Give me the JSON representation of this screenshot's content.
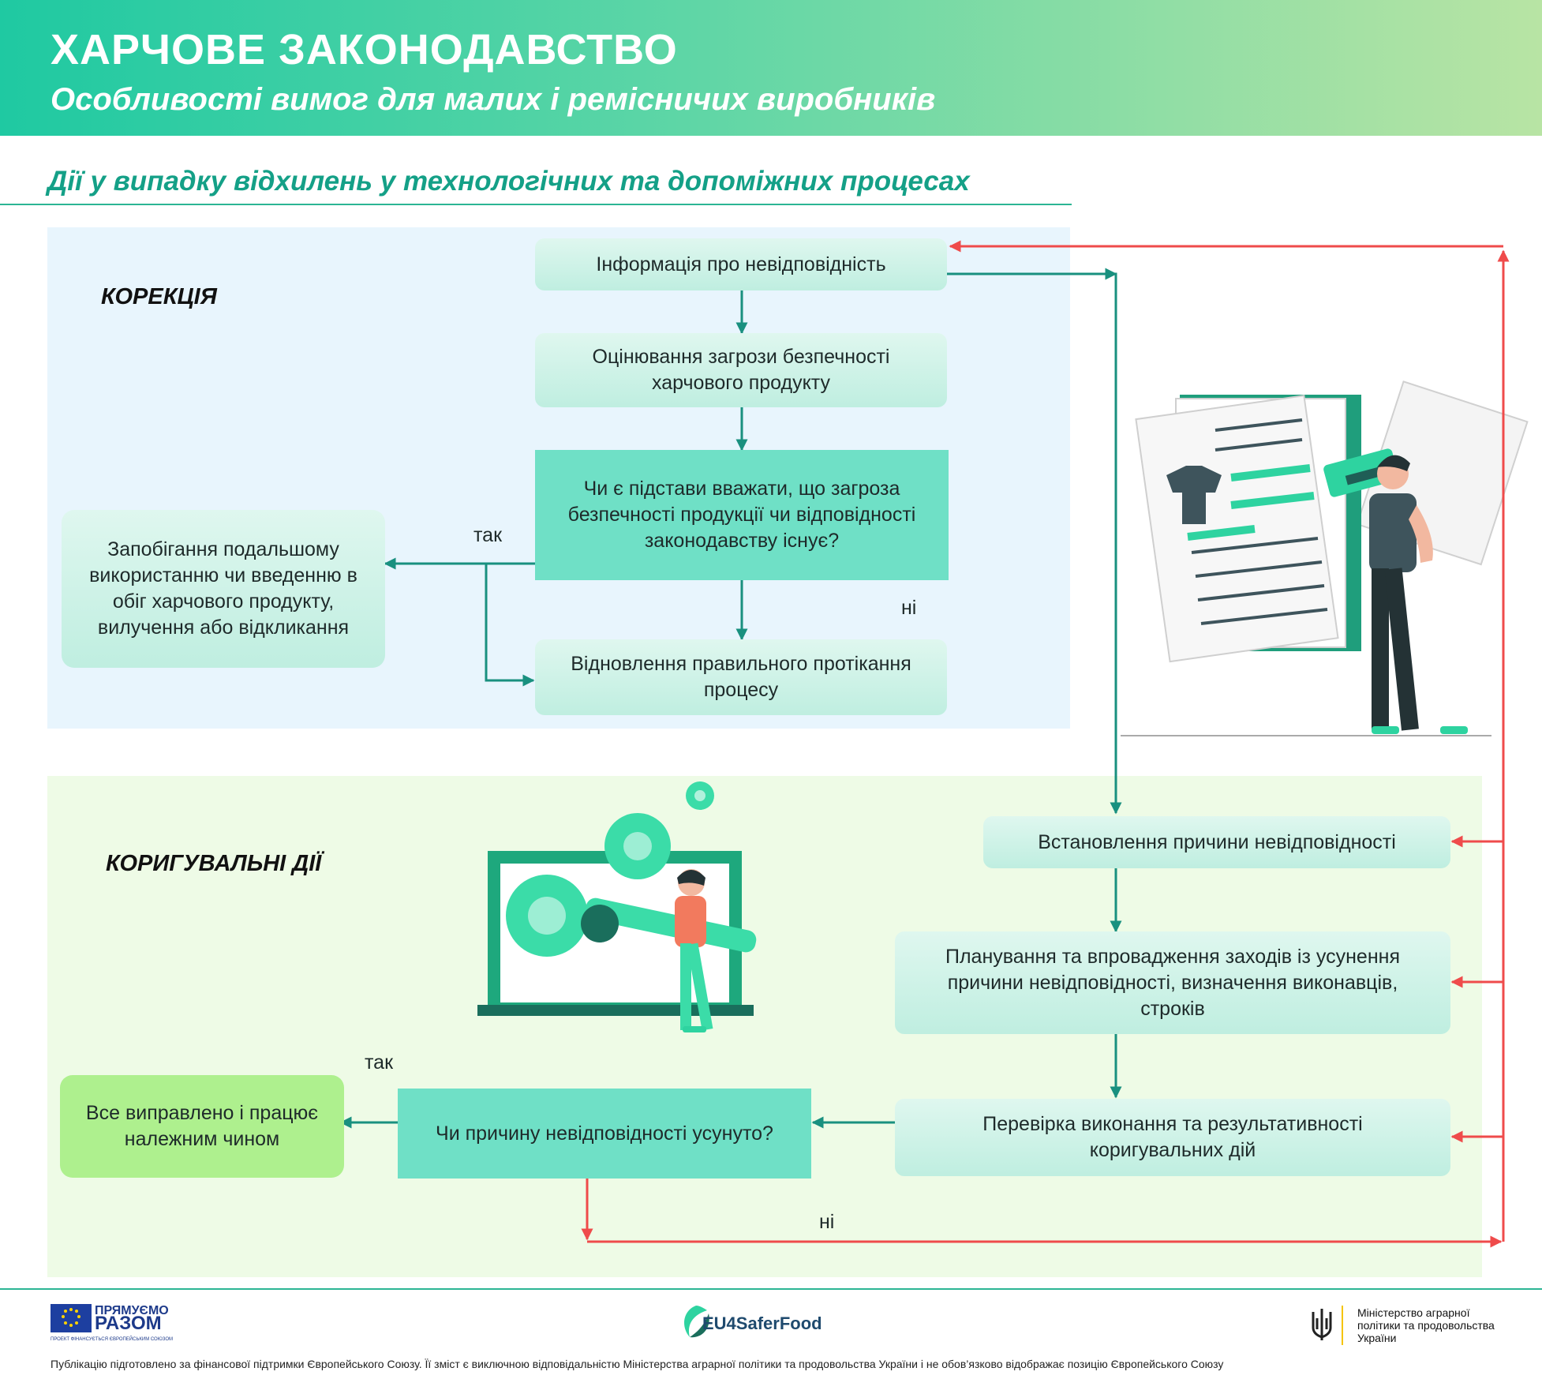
{
  "header": {
    "title": "ХАРЧОВЕ ЗАКОНОДАВСТВО",
    "subtitle": "Особливості вимог для малих і ремісничих виробників"
  },
  "section_title": "Дії у випадку відхилень у технологічних та допоміжних процесах",
  "correction": {
    "label": "КОРЕКЦІЯ",
    "info": "Інформація про невідповідність",
    "assess": "Оцінювання загрози безпечності харчового продукту",
    "question": "Чи є підстави вважати, що загроза безпечності продукції чи відповідності законодавству існує?",
    "yes_label": "так",
    "no_label": "ні",
    "prevent": "Запобігання подальшому використанню чи введенню в обіг харчового продукту,  вилучення або відкликання",
    "restore": "Відновлення правильного протікання процесу"
  },
  "corrective": {
    "label": "КОРИГУВАЛЬНІ ДІЇ",
    "cause": "Встановлення причини невідповідності",
    "plan": "Планування та впровадження заходів із усунення причини невідповідності, визначення виконавців, строків",
    "verify": "Перевірка виконання та результативності коригувальних дій",
    "question": "Чи причину невідповідності усунуто?",
    "yes_label": "так",
    "no_label": "ні",
    "done": "Все виправлено і працює належним чином"
  },
  "colors": {
    "teal_arrow": "#19907f",
    "red_arrow": "#ef4b4b",
    "header_start": "#1fc9a2",
    "header_end": "#b8e4a4"
  },
  "footer": {
    "eu_logo_line1": "ПРЯМУЄМО",
    "eu_logo_line2": "РАЗОМ",
    "eu_logo_small": "ПРОЕКТ ФІНАНСУЄТЬСЯ ЄВРОПЕЙСЬКИМ СОЮЗОМ",
    "center_logo": "EU4SaferFood",
    "ministry": "Міністерство аграрної політики та продовольства України",
    "disclaimer": "Публікацію підготовлено за фінансової підтримки Європейського Союзу. Її зміст є виключною відповідальністю Міністерства аграрної політики та продовольства України і не обов’язково відображає позицію Європейського Союзу"
  }
}
